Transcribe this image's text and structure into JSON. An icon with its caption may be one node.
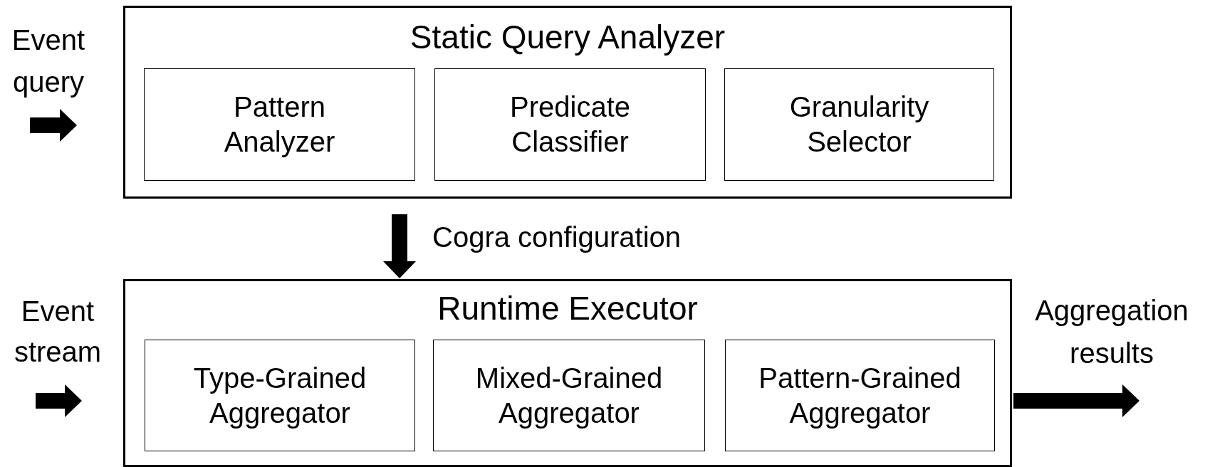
{
  "diagram": {
    "nodes": [
      {
        "text": [
          "Static Query Analyzer"
        ]
      },
      {
        "text": [
          "Pattern Analyzer"
        ],
        "in": 0
      },
      {
        "text": [
          "Predicate Classifier"
        ],
        "in": 0
      },
      {
        "text": [
          "Granularity Selector"
        ],
        "in": 0
      },
      {
        "text": [
          "Runtime Executor"
        ]
      },
      {
        "text": [
          "Type-Grained Aggregator"
        ],
        "in": 4
      },
      {
        "text": [
          "Mixed-Grained Aggregator"
        ],
        "in": 4
      },
      {
        "text": [
          "Pattern-Grained Aggregator"
        ],
        "in": 4
      }
    ],
    "edges": [
      {
        "from": null,
        "to": 0,
        "arrow": "to",
        "label": "Event query"
      },
      {
        "from": 0,
        "to": 4,
        "arrow": "to",
        "label": "Cogra configuration"
      },
      {
        "from": null,
        "to": 4,
        "arrow": "to",
        "label": "Event stream"
      },
      {
        "from": 4,
        "to": null,
        "arrow": "to",
        "label": "Aggregation results"
      }
    ]
  }
}
